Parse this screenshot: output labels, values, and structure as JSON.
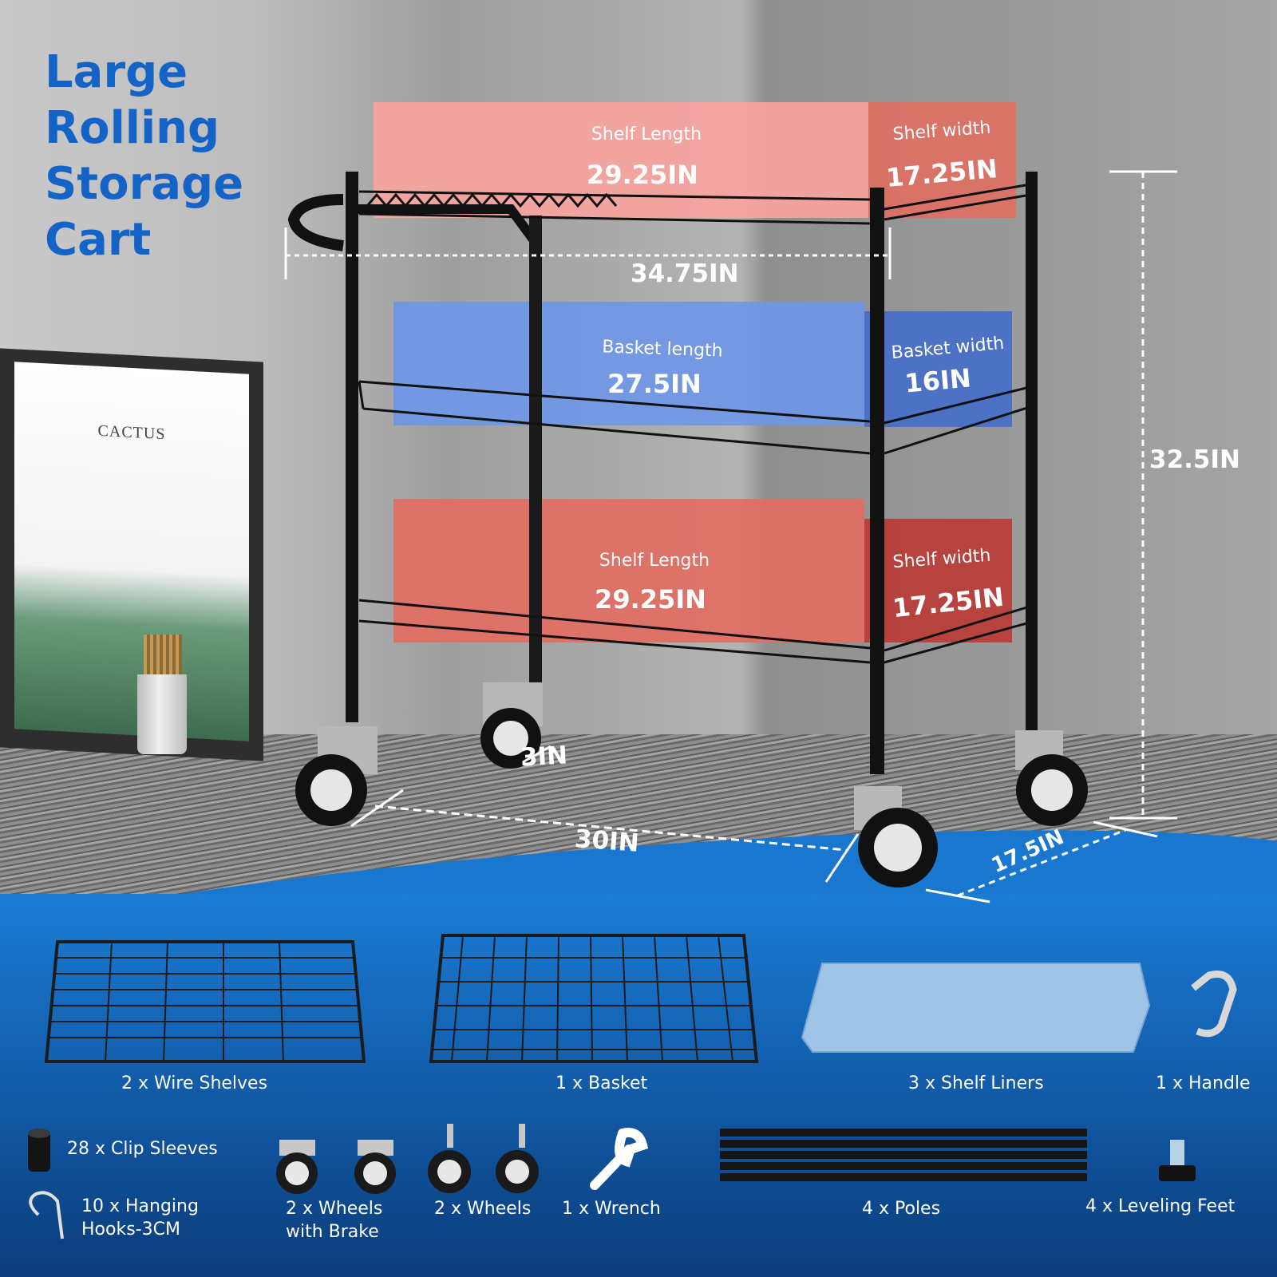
{
  "title": {
    "line1": "Large",
    "line2": "Rolling",
    "line3": "Storage",
    "line4": "Cart"
  },
  "poster": {
    "text": "CACTUS"
  },
  "top_shelf": {
    "length_label": "Shelf Length",
    "length_value": "29.25IN",
    "width_label": "Shelf width",
    "width_value": "17.25IN"
  },
  "basket": {
    "length_label": "Basket length",
    "length_value": "27.5IN",
    "width_label": "Basket width",
    "width_value": "16IN"
  },
  "bottom_shelf": {
    "length_label": "Shelf Length",
    "length_value": "29.25IN",
    "width_label": "Shelf width",
    "width_value": "17.25IN"
  },
  "dimensions": {
    "overall_length": "34.75IN",
    "height": "32.5IN",
    "wheel": "3IN",
    "base_length": "30IN",
    "base_width": "17.5IN"
  },
  "included": {
    "wire_shelves": "2 x Wire Shelves",
    "basket": "1 x Basket",
    "shelf_liners": "3 x Shelf Liners",
    "handle": "1 x Handle",
    "clip_sleeves": "28 x Clip Sleeves",
    "hooks_line1": "10 x Hanging",
    "hooks_line2": "Hooks-3CM",
    "brake_wheels_line1": "2 x Wheels",
    "brake_wheels_line2": "with Brake",
    "wheels": "2 x Wheels",
    "wrench": "1 x Wrench",
    "poles": "4 x Poles",
    "leveling_feet": "4 x Leveling Feet"
  },
  "colors": {
    "title_blue": "#1464c8",
    "panel_blue": "#135fae",
    "shelf_box_red": "#f7a4a0",
    "basket_box_blue": "#6e96e8"
  }
}
